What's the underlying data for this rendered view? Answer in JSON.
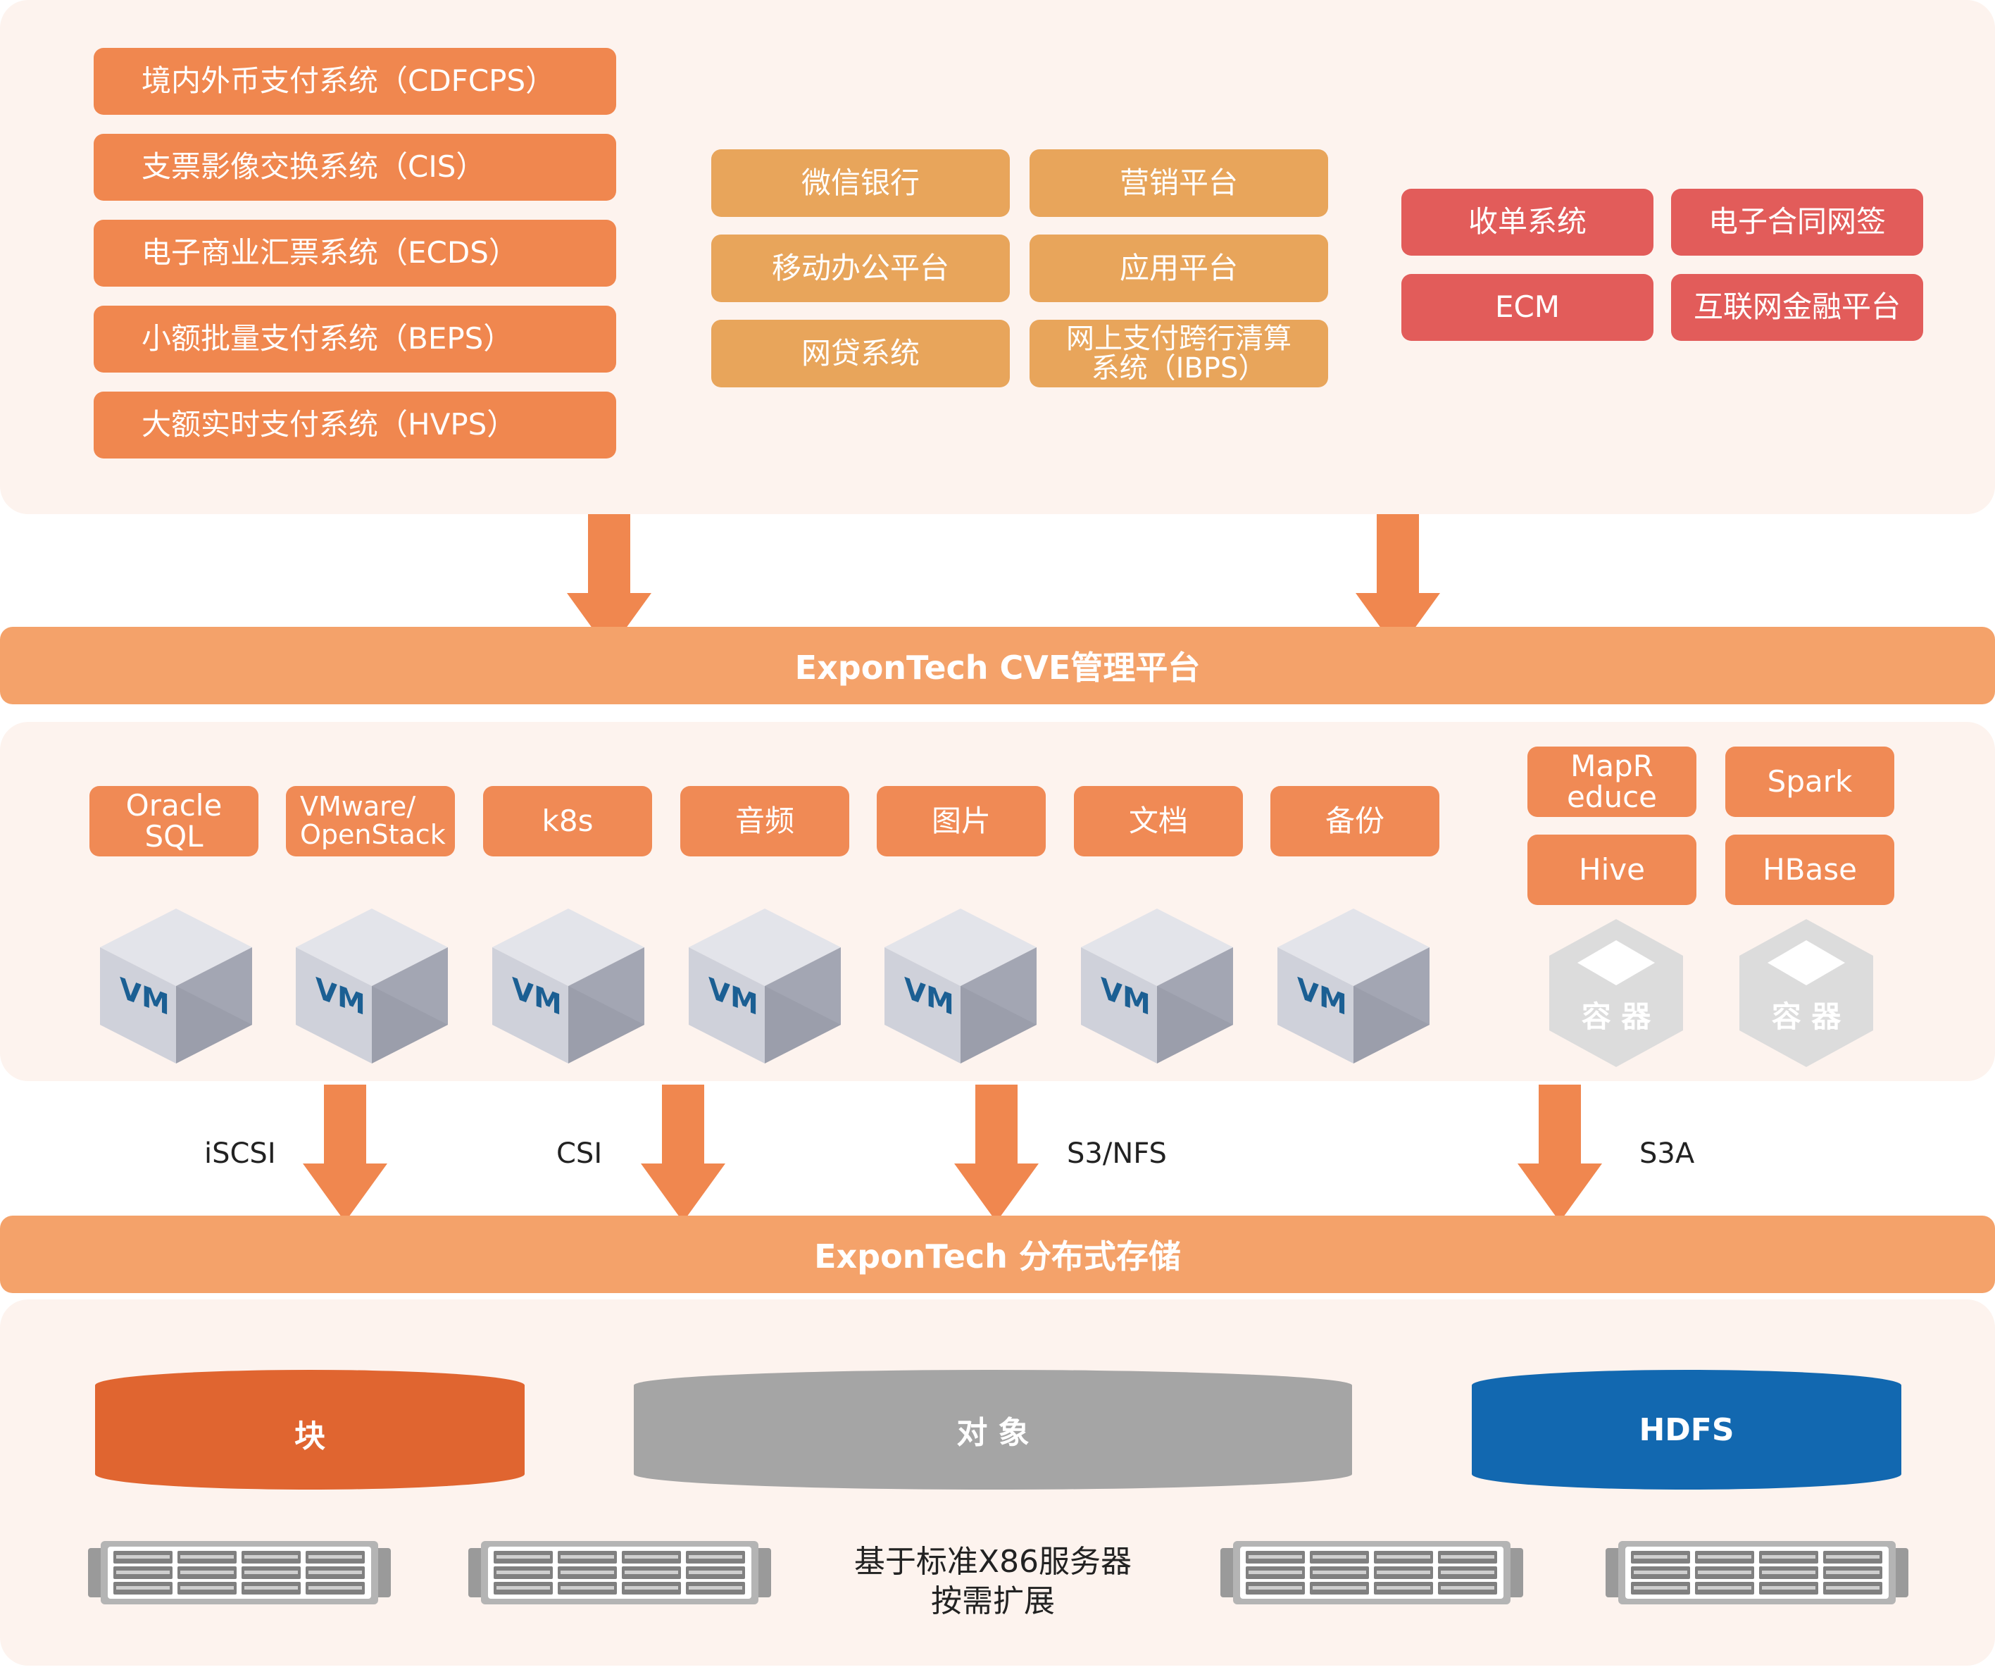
{
  "top": {
    "left_systems": [
      "境内外币支付系统（CDFCPS）",
      "支票影像交换系统（CIS）",
      "电子商业汇票系统（ECDS）",
      "小额批量支付系统（BEPS）",
      "大额实时支付系统（HVPS）"
    ],
    "middle_apps": [
      "微信银行",
      "营销平台",
      "移动办公平台",
      "应用平台",
      "网贷系统",
      "网上支付跨行清算系统（IBPS）"
    ],
    "right_apps": [
      "收单系统",
      "电子合同网签",
      "ECM",
      "互联网金融平台"
    ]
  },
  "band_management": "ExponTech CVE管理平台",
  "middle": {
    "apps": [
      "Oracle SQL",
      "VMware/ OpenStack",
      "k8s",
      "音频",
      "图片",
      "文档",
      "备份"
    ],
    "bigdata": [
      "MapR educe",
      "Spark",
      "Hive",
      "HBase"
    ],
    "vm_label": "VM",
    "container_label": "容 器"
  },
  "protocols": [
    "iSCSI",
    "CSI",
    "S3/NFS",
    "S3A"
  ],
  "band_storage": "ExponTech 分布式存储",
  "storage": {
    "block": "块",
    "object": "对 象",
    "hdfs": "HDFS",
    "caption_line1": "基于标准X86服务器",
    "caption_line2": "按需扩展"
  },
  "colors": {
    "panel_bg": "#fdf3ee",
    "orange": "#f0874f",
    "band": "#f4a26a",
    "amber": "#e8a55b",
    "red": "#e25c5a",
    "block": "#e06530",
    "object": "#a5a5a5",
    "hdfs": "#1268b0"
  }
}
